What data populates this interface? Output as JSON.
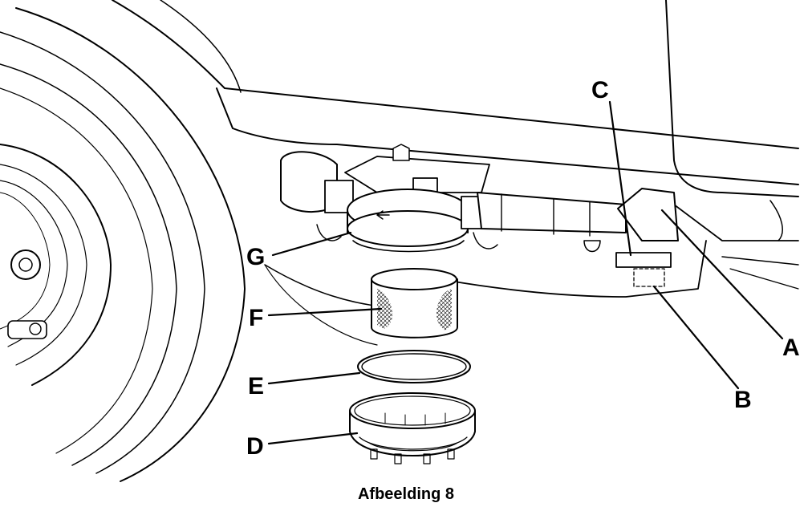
{
  "diagram": {
    "callouts": {
      "a": "A",
      "b": "B",
      "c": "C",
      "d": "D",
      "e": "E",
      "f": "F",
      "g": "G"
    },
    "caption": "Afbeelding 8"
  }
}
